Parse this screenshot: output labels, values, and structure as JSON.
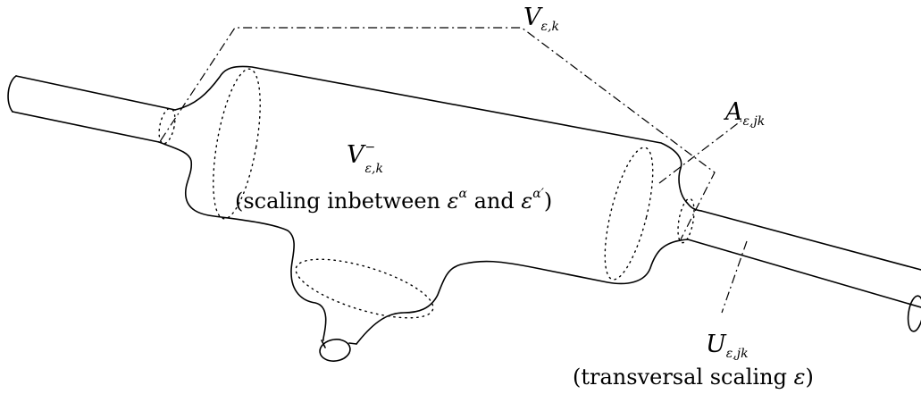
{
  "labels": {
    "V_eps_k": {
      "sym": "V",
      "sub": "ε,k"
    },
    "A_eps_jk": {
      "sym": "A",
      "sub": "ε,jk"
    },
    "V_minus_eps_k": {
      "sym": "V",
      "sup": "−",
      "sub": "ε,k"
    },
    "scaling_inbetween": {
      "open": "(scaling inbetween ",
      "eps1": "ε",
      "alpha": "α",
      "and": " and ",
      "eps2": "ε",
      "alpha_prime": "α′",
      "close": ")"
    },
    "U_eps_jk": {
      "sym": "U",
      "sub": "ε,jk"
    },
    "transversal": {
      "open": "(transversal scaling ",
      "eps": "ε",
      "close": ")"
    }
  }
}
